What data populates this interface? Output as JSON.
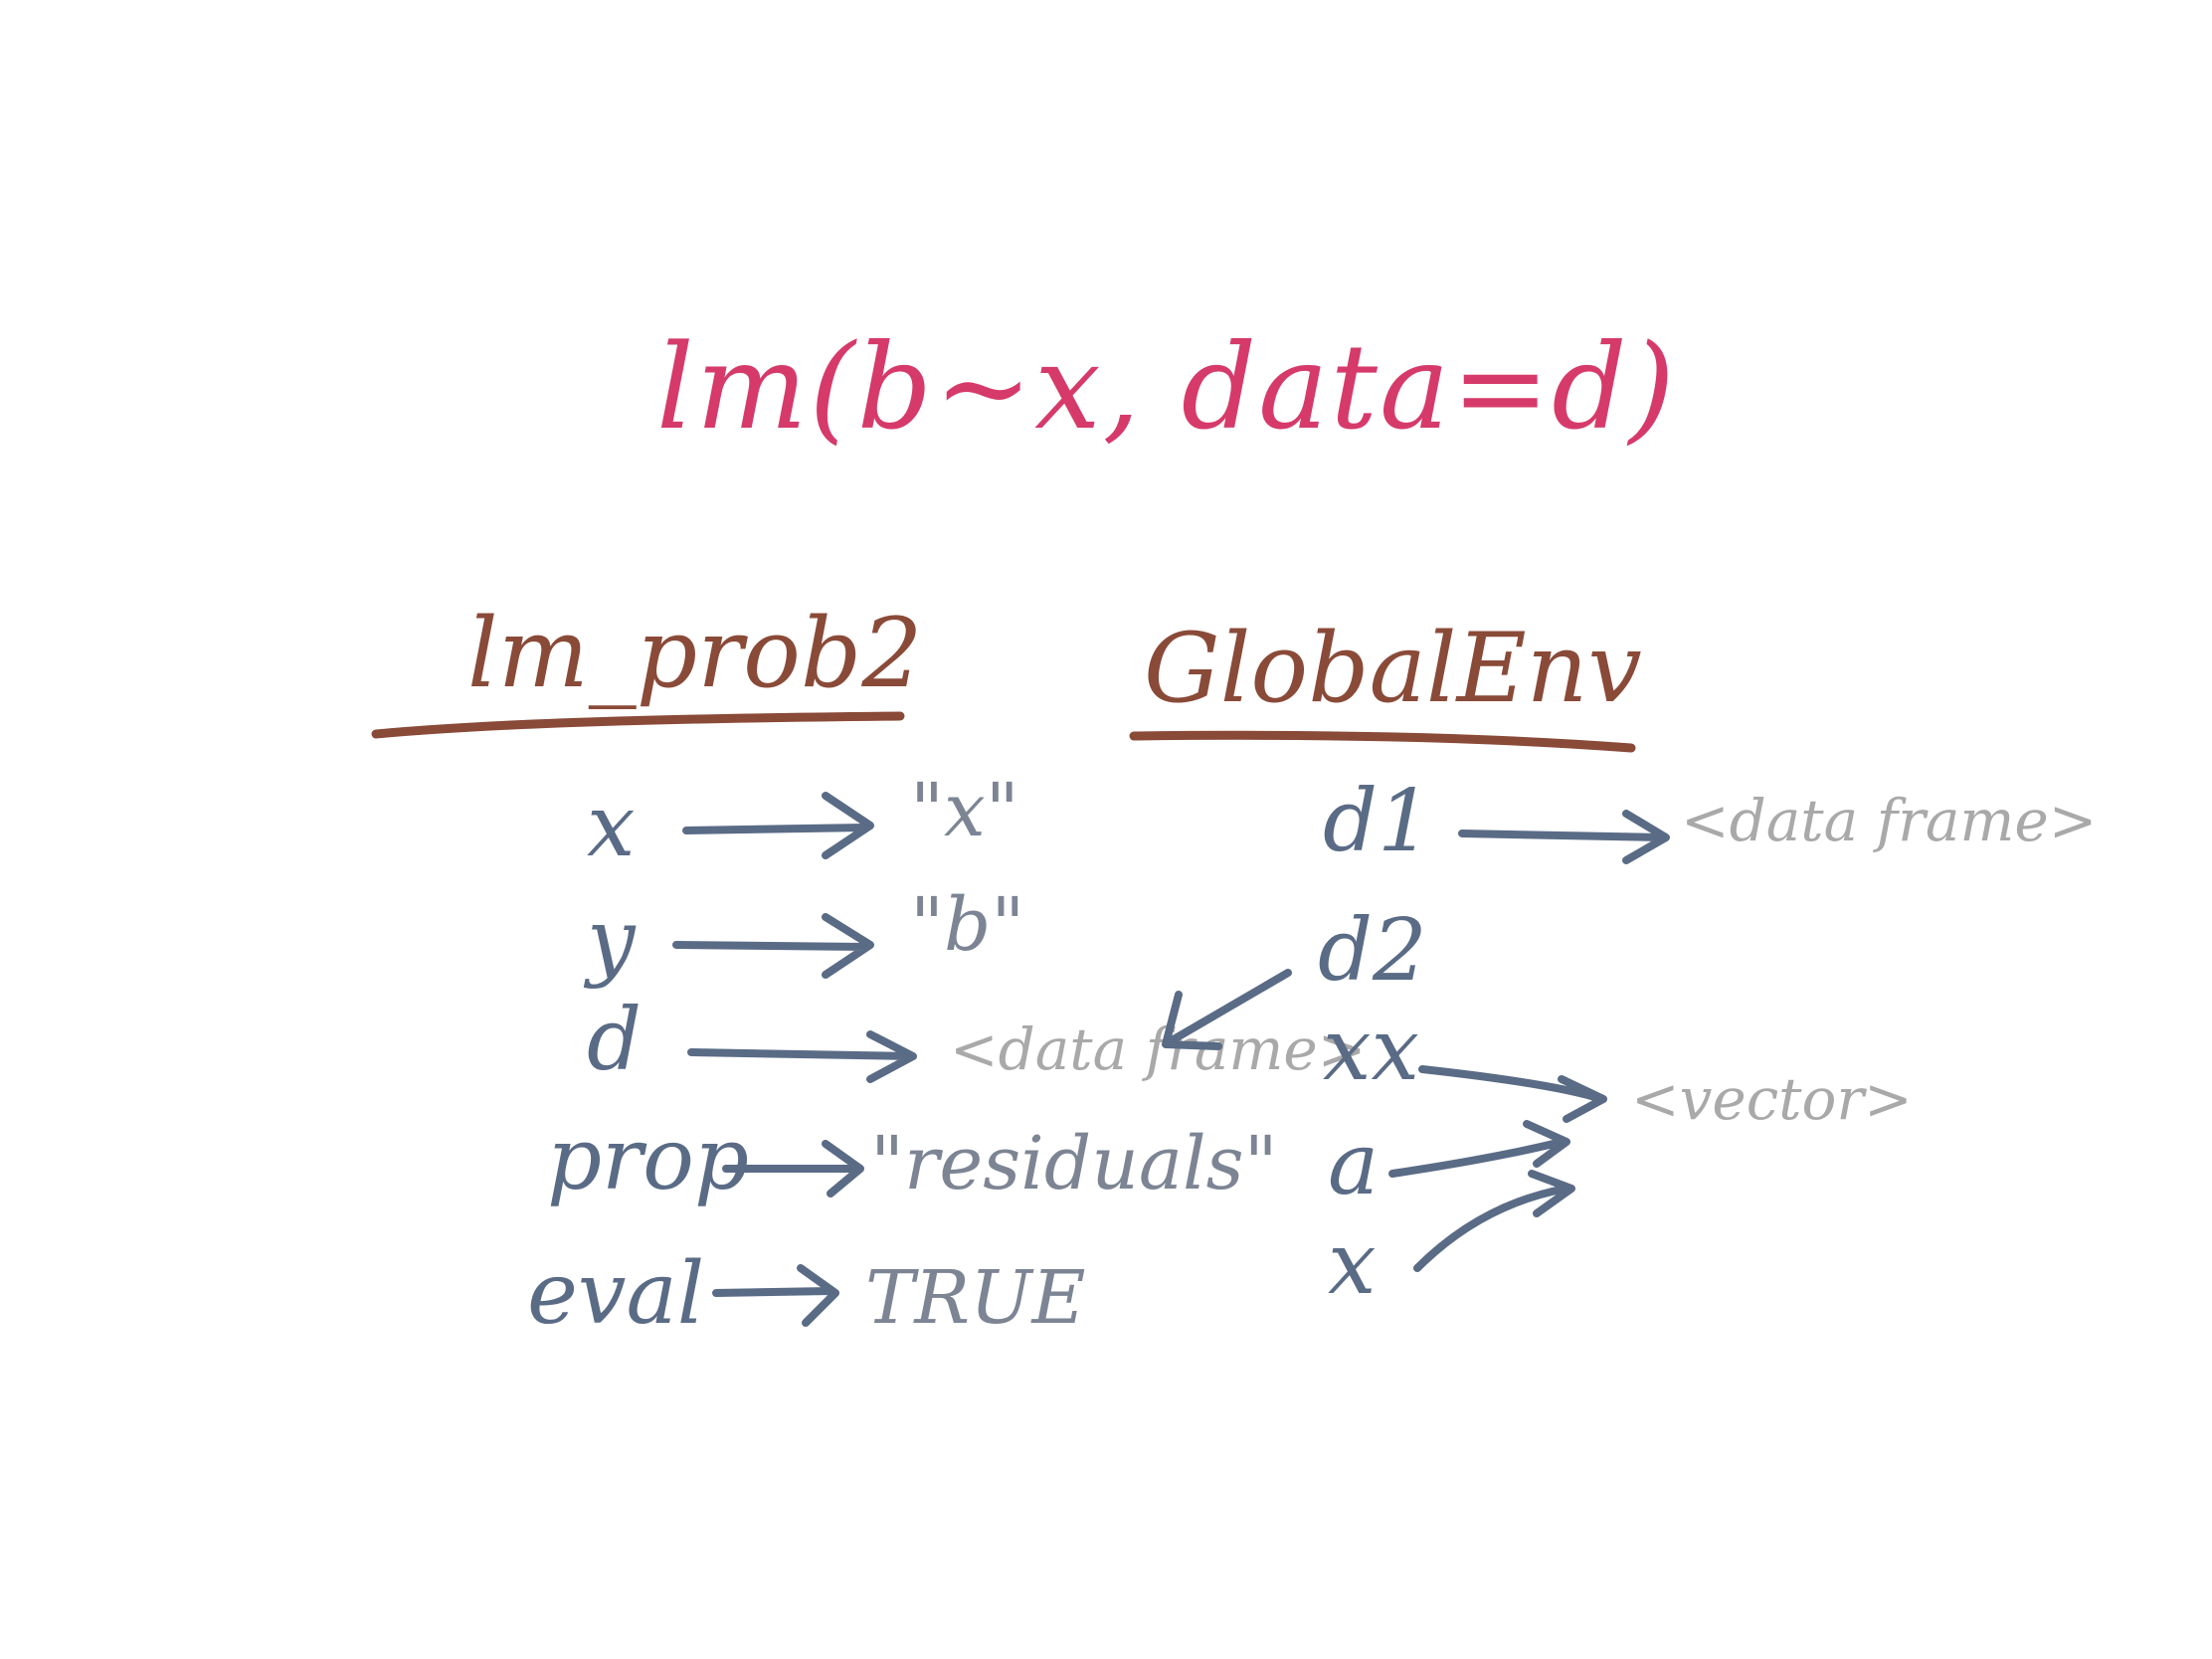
{
  "call": "lm(b~x, data=d)",
  "left_env": {
    "title": "lm_prob2",
    "bindings": [
      {
        "name": "x",
        "value": "\"x\""
      },
      {
        "name": "y",
        "value": "\"b\""
      },
      {
        "name": "d",
        "value": "<data frame>"
      },
      {
        "name": "prop",
        "value": "\"residuals\""
      },
      {
        "name": "eval",
        "value": "TRUE"
      }
    ]
  },
  "right_env": {
    "title": "GlobalEnv",
    "bindings": [
      {
        "name": "d1",
        "value": "<data frame>"
      },
      {
        "name": "d2"
      },
      {
        "name": "xx"
      },
      {
        "name": "a"
      },
      {
        "name": "x"
      }
    ],
    "shared_value": "<vector>"
  },
  "colors": {
    "call": "#d63a6a",
    "env_title": "#8a4a38",
    "names": "#5a6b86",
    "objects": "#a9a9a9"
  }
}
